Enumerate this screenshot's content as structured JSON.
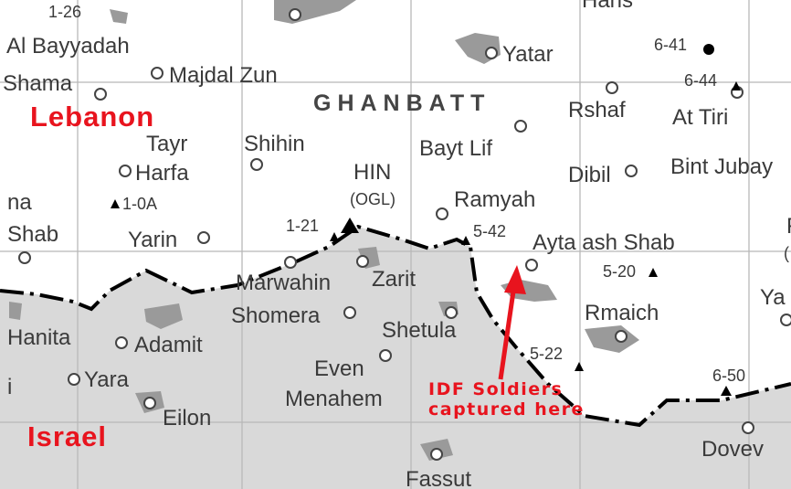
{
  "countries": {
    "lebanon": "Lebanon",
    "israel": "Israel",
    "color": "#e8141e"
  },
  "region": "GHANBATT",
  "annotation": {
    "line1": "IDF Soldiers",
    "line2": "captured here",
    "color": "#e8141e"
  },
  "places": {
    "ridge_1_26": "1-26",
    "al_bayyadah": "Al Bayyadah",
    "shama": "Shama",
    "majdal_zun": "Majdal Zun",
    "yatar": "Yatar",
    "rshaf": "Rshaf",
    "at_tiri": "At Tiri",
    "tayr_harfa_1": "Tayr",
    "tayr_harfa_2": "Harfa",
    "shihin": "Shihin",
    "bayt_lif": "Bayt Lif",
    "dibil": "Dibil",
    "bint_jubayl": "Bint Jubay",
    "na_shab_1": "na",
    "na_shab_2": "Shab",
    "hin": "HIN",
    "ogl": "(OGL)",
    "ramyah": "Ramyah",
    "yarin": "Yarin",
    "ayta_ash_shab": "Ayta ash Shab",
    "marwahin": "Marwahin",
    "zarit": "Zarit",
    "shomera": "Shomera",
    "shetula": "Shetula",
    "rmaich": "Rmaich",
    "hanita": "Hanita",
    "adamit": "Adamit",
    "yara": "Yara",
    "even_menahem_1": "Even",
    "even_menahem_2": "Menahem",
    "eilon": "Eilon",
    "dovev": "Dovev",
    "fassut": "Fassut",
    "ya_edge": "Ya",
    "i_edge": "i",
    "f_edge": "F",
    "paren_edge": "(",
    "hans_edge": "Hans"
  },
  "points": {
    "p_6_41": "6-41",
    "p_6_44": "6-44",
    "p_1_0a": "1-0A",
    "p_1_21": "1-21",
    "p_5_42": "5-42",
    "p_5_20": "5-20",
    "p_5_22": "5-22",
    "p_6_50": "6-50"
  },
  "colors": {
    "israel_fill": "#d9d9d9",
    "built_up": "#9a9a9a",
    "grid": "#b8b8b8",
    "border": "#000000",
    "arrow": "#e8141e"
  }
}
